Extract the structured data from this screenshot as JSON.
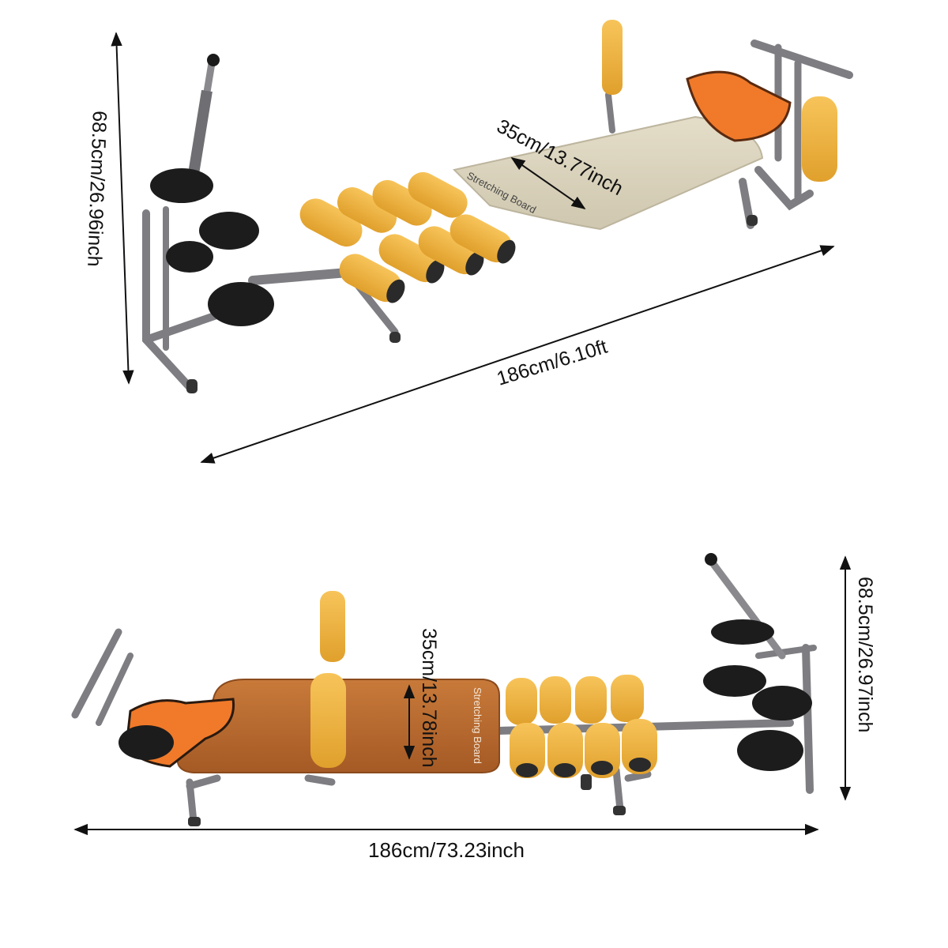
{
  "product_views": {
    "top": {
      "height_label": "68.5cm/26.96inch",
      "width_label": "35cm/13.77inch",
      "length_label": "186cm/6.10ft",
      "board_text": "Stretching  Board"
    },
    "bottom": {
      "height_label": "68.5cm/26.97inch",
      "width_label": "35cm/13.78inch",
      "length_label": "186cm/73.23inch",
      "board_text": "Stretching  Board"
    }
  },
  "colors": {
    "frame": "#7d7d82",
    "foam": "#f0b43c",
    "foam_end": "#2a2a2a",
    "pad_black": "#1c1c1c",
    "board_top": "#d9d2bd",
    "board_bottom": "#b8672e",
    "strap": "#f07a2a"
  }
}
